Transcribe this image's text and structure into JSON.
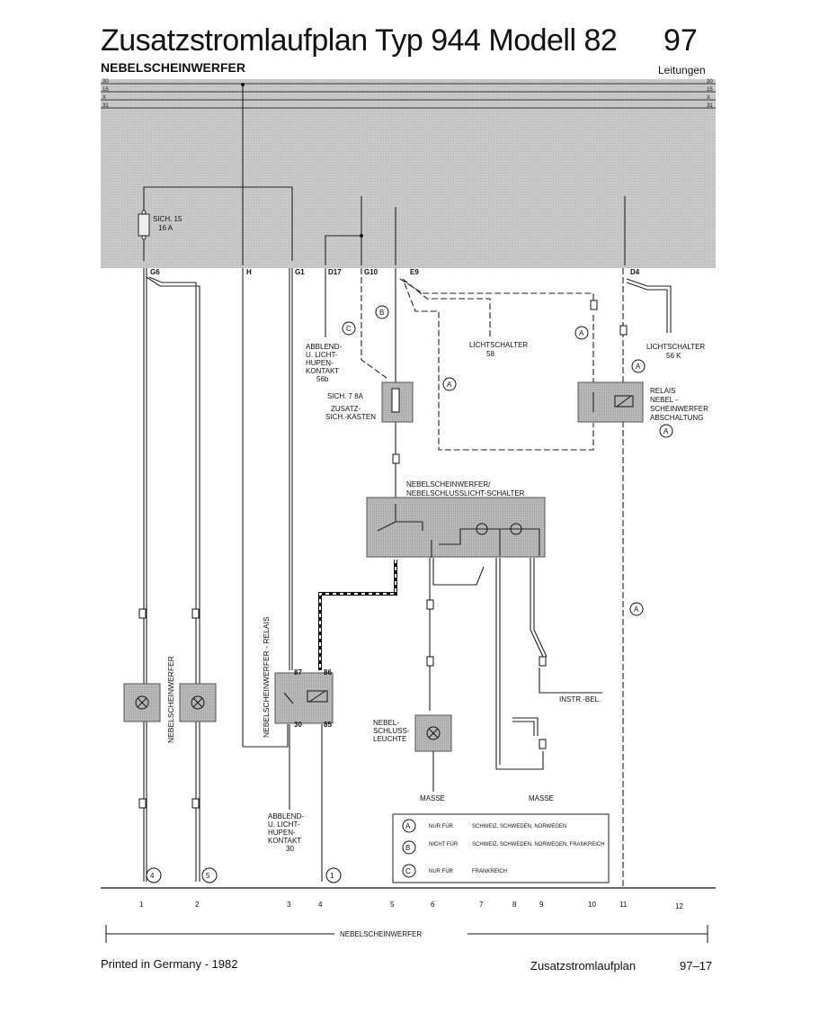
{
  "header": {
    "title": "Zusatzstromlaufplan Typ 944  Modell 82",
    "page_number": "97",
    "subtitle": "NEBELSCHEINWERFER",
    "section": "Leitungen"
  },
  "rails": {
    "left": [
      "30",
      "15",
      "X",
      "31"
    ],
    "right": [
      "30",
      "15",
      "X",
      "31"
    ]
  },
  "fuse_box": {
    "fuse15": "SICH. 15",
    "fuse15_rating": "16 A"
  },
  "connectors_top": [
    "G6",
    "H",
    "G1",
    "D17",
    "G10",
    "E9",
    "D4"
  ],
  "labels": {
    "abblend1": [
      "ABBLEND-",
      "U. LICHT-",
      "HUPEN-",
      "KONTAKT",
      "56b"
    ],
    "sich7": "SICH. 7   8A",
    "zusatz": [
      "ZUSATZ-",
      "SICH.-KASTEN"
    ],
    "lichtschalter58": [
      "LICHTSCHALTER",
      "58"
    ],
    "lichtschalter56k": [
      "LICHTSCHALTER",
      "56 K"
    ],
    "relais_abschaltung": [
      "RELAIS",
      "NEBEL -",
      "SCHEINWERFER",
      "ABSCHALTUNG"
    ],
    "schalter": [
      "NEBELSCHEINWERFER/",
      "NEBELSCHLUSSLICHT-SCHALTER"
    ],
    "nebelscheinwerfer_vert": "NEBELSCHEINWERFER",
    "relais_vert": "NEBELSCHEINWERFER - RELAIS",
    "nebelschluss": [
      "NEBEL-",
      "SCHLUSS-",
      "LEUCHTE"
    ],
    "instr_bel": "INSTR.-BEL.",
    "masse1": "MASSE",
    "masse2": "MASSE",
    "abblend2": [
      "ABBLEND-",
      "U. LICHT-",
      "HUPEN-",
      "KONTAKT",
      "30"
    ]
  },
  "legend": [
    {
      "mark": "A",
      "prefix": "NUR FÜR",
      "text": "SCHWEIZ, SCHWEDEN, NORWEGEN"
    },
    {
      "mark": "B",
      "prefix": "NICHT FÜR",
      "text": "SCHWEIZ, SCHWEDEN, NORWEGEN, FRANKREICH"
    },
    {
      "mark": "C",
      "prefix": "NUR FÜR",
      "text": "FRANKREICH"
    }
  ],
  "columns": [
    "1",
    "2",
    "3",
    "4",
    "5",
    "6",
    "7",
    "8",
    "9",
    "10",
    "11",
    "12"
  ],
  "bottom_circles": [
    "4",
    "5",
    "1"
  ],
  "span_label": "NEBELSCHEINWERFER",
  "footer": {
    "left": "Printed in Germany - 1982",
    "middle": "Zusatzstromlaufplan",
    "right": "97–17"
  }
}
